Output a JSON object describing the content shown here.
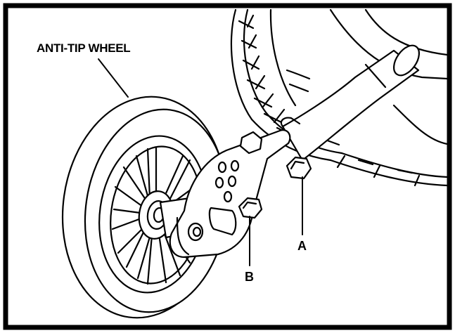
{
  "labels": {
    "anti_tip_wheel": "ANTI-TIP WHEEL",
    "callout_a": "A",
    "callout_b": "B"
  },
  "colors": {
    "line": "#000000",
    "fill": "#ffffff"
  }
}
